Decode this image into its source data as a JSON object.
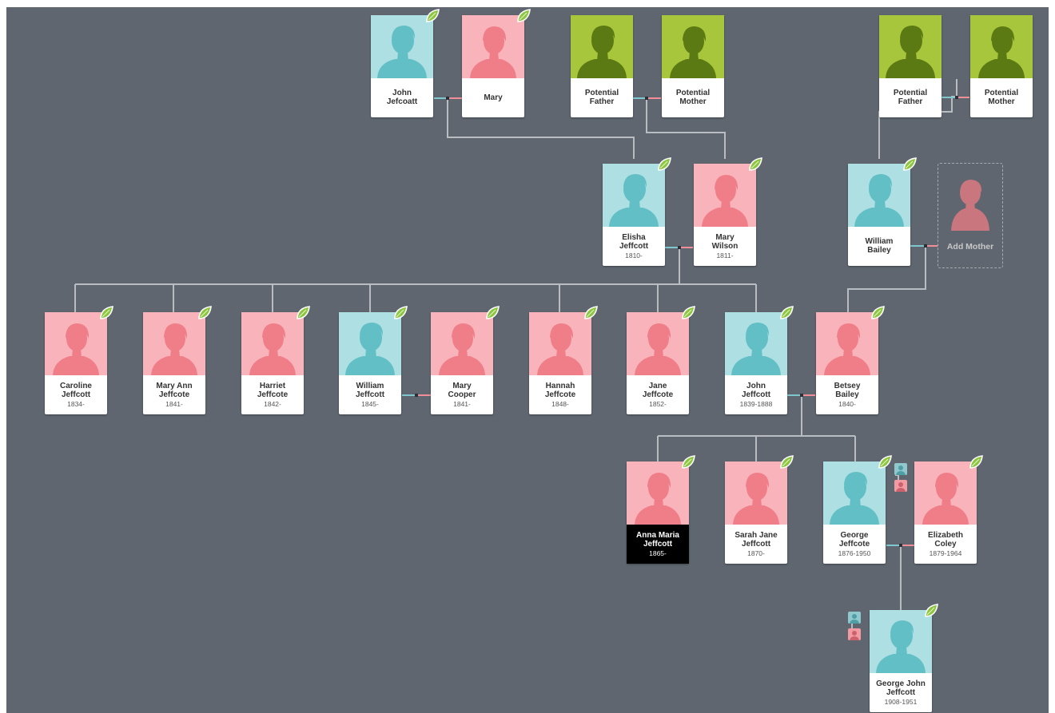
{
  "people": {
    "john_jefcoatt": {
      "name": "John\nJefcoatt",
      "years": ""
    },
    "mary": {
      "name": "Mary",
      "years": ""
    },
    "potential_father_1": {
      "name": "Potential\nFather",
      "years": ""
    },
    "potential_mother_1": {
      "name": "Potential\nMother",
      "years": ""
    },
    "potential_father_2": {
      "name": "Potential\nFather",
      "years": ""
    },
    "potential_mother_2": {
      "name": "Potential\nMother",
      "years": ""
    },
    "elisha_jeffcott": {
      "name": "Elisha\nJeffcott",
      "years": "1810-"
    },
    "mary_wilson": {
      "name": "Mary\nWilson",
      "years": "1811-"
    },
    "william_bailey": {
      "name": "William\nBailey",
      "years": ""
    },
    "caroline_jeffcott": {
      "name": "Caroline\nJeffcott",
      "years": "1834-"
    },
    "mary_ann_jeffcote": {
      "name": "Mary Ann\nJeffcote",
      "years": "1841-"
    },
    "harriet_jeffcote": {
      "name": "Harriet\nJeffcote",
      "years": "1842-"
    },
    "william_jeffcott": {
      "name": "William\nJeffcott",
      "years": "1845-"
    },
    "mary_cooper": {
      "name": "Mary\nCooper",
      "years": "1841-"
    },
    "hannah_jeffcote": {
      "name": "Hannah\nJeffcote",
      "years": "1848-"
    },
    "jane_jeffcote": {
      "name": "Jane\nJeffcote",
      "years": "1852-"
    },
    "john_jeffcott": {
      "name": "John\nJeffcott",
      "years": "1839-1888"
    },
    "betsey_bailey": {
      "name": "Betsey\nBailey",
      "years": "1840-"
    },
    "anna_maria_jeffcott": {
      "name": "Anna Maria\nJeffcott",
      "years": "1865-"
    },
    "sarah_jane_jeffcott": {
      "name": "Sarah Jane\nJeffcott",
      "years": "1870-"
    },
    "george_jeffcote": {
      "name": "George\nJeffcote",
      "years": "1876-1950"
    },
    "elizabeth_coley": {
      "name": "Elizabeth\nColey",
      "years": "1879-1964"
    },
    "george_john_jeffcott": {
      "name": "George John\nJeffcott",
      "years": "1908-1951"
    }
  },
  "add_mother": {
    "label": "Add Mother"
  },
  "colors": {
    "canvas": "#5f6670",
    "male": "#aee0e3",
    "female": "#f9b3ba",
    "potential": "#a8c63c",
    "connector": "#b9bcc0",
    "leaf": "#8cc63f",
    "selected": "#000000"
  },
  "icons": {
    "leaf": "leaf-hint-icon",
    "male": "male-silhouette-icon",
    "female": "female-silhouette-icon",
    "parents": "parents-icon"
  }
}
